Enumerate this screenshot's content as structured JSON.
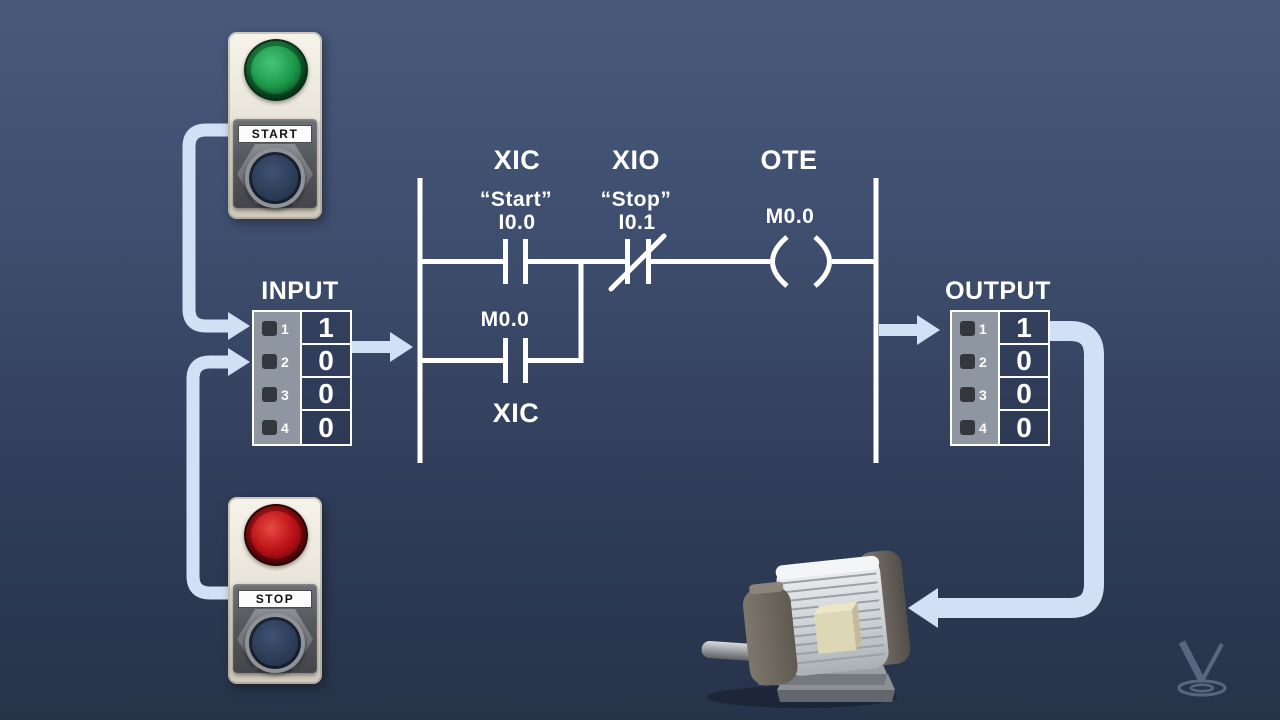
{
  "palette": {
    "background_top": "#48597c",
    "background_bottom": "#273349",
    "line_color": "#ffffff",
    "arrow_color": "#d2e0f6",
    "green_lens": "#1e9c4c",
    "red_lens": "#bb1218",
    "terminal_column": "#8e97a1",
    "panel_beige": "#ece8dc"
  },
  "stations": {
    "start": {
      "label": "START"
    },
    "stop": {
      "label": "STOP"
    }
  },
  "input_table": {
    "title": "INPUT",
    "rows": [
      {
        "terminal": "1",
        "value": "1"
      },
      {
        "terminal": "2",
        "value": "0"
      },
      {
        "terminal": "3",
        "value": "0"
      },
      {
        "terminal": "4",
        "value": "0"
      }
    ]
  },
  "output_table": {
    "title": "OUTPUT",
    "rows": [
      {
        "terminal": "1",
        "value": "1"
      },
      {
        "terminal": "2",
        "value": "0"
      },
      {
        "terminal": "3",
        "value": "0"
      },
      {
        "terminal": "4",
        "value": "0"
      }
    ]
  },
  "ladder": {
    "rung_instructions": [
      {
        "type": "XIC",
        "tag": "“Start”",
        "address": "I0.0"
      },
      {
        "type": "XIO",
        "tag": "“Stop”",
        "address": "I0.1"
      },
      {
        "type": "OTE",
        "address": "M0.0"
      }
    ],
    "branch_instruction": {
      "type": "XIC",
      "address": "M0.0"
    }
  },
  "icons": {
    "motor": "electric-motor",
    "watermark": "v-ripple-logo"
  }
}
